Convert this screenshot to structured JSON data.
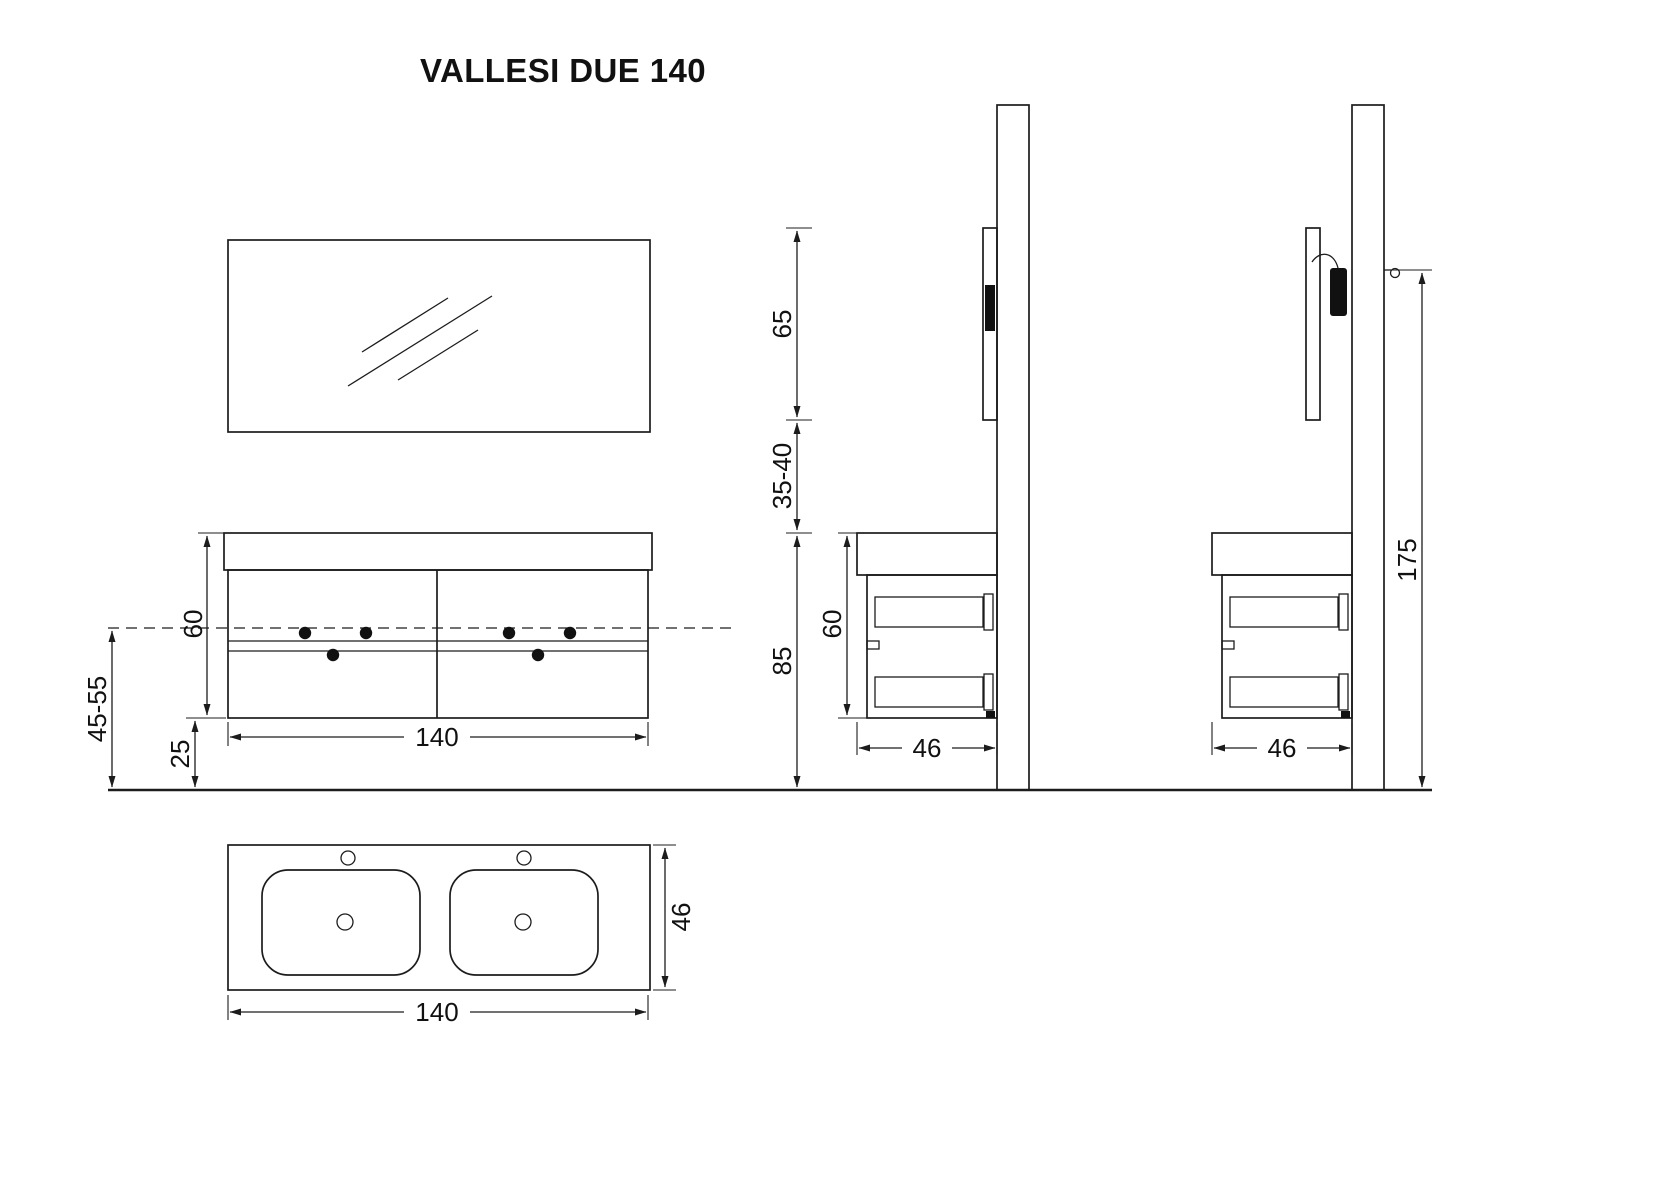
{
  "title": "VALLESI DUE 140",
  "colors": {
    "line": "#1c1c1c",
    "background": "#ffffff"
  },
  "front_view": {
    "dim_cabinet_height": "60",
    "dim_rim_height": "45-55",
    "dim_clearance": "25",
    "dim_width": "140"
  },
  "side_view_left": {
    "dim_mirror_height": "65",
    "dim_gap": "35-40",
    "dim_top_height": "85",
    "dim_cabinet_height": "60",
    "dim_depth": "46"
  },
  "side_view_right": {
    "dim_depth": "46",
    "dim_total_height": "175"
  },
  "plan_view": {
    "dim_depth": "46",
    "dim_width": "140"
  }
}
